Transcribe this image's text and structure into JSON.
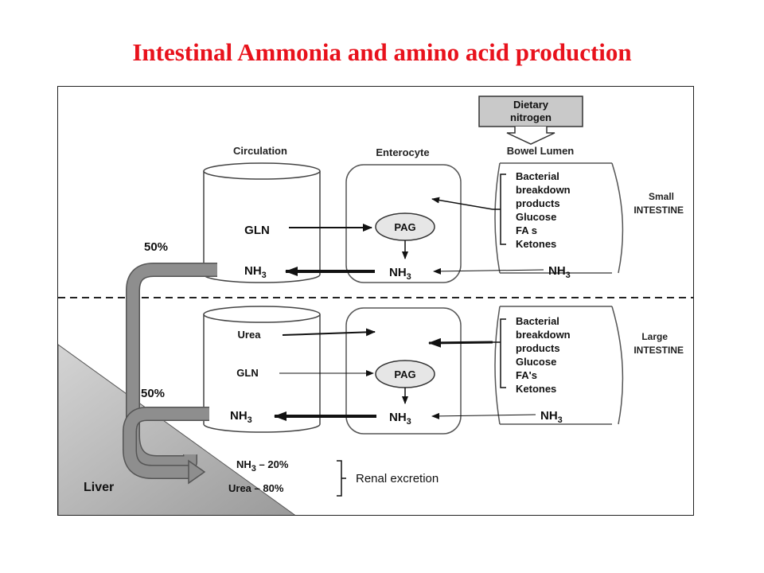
{
  "title": "Intestinal Ammonia and amino acid production",
  "headers": {
    "circulation": "Circulation",
    "enterocyte": "Enterocyte",
    "bowel_lumen": "Bowel Lumen",
    "dietary_line1": "Dietary",
    "dietary_line2": "nitrogen"
  },
  "small_intestine": {
    "label_line1": "Small",
    "label_line2": "INTESTINE",
    "gln": "GLN",
    "nh3": "NH",
    "pag": "PAG",
    "lumen_items": [
      "Bacterial",
      "breakdown",
      "products",
      "Glucose",
      "FA s",
      "Ketones"
    ],
    "lumen_nh3": "NH",
    "percent": "50%"
  },
  "large_intestine": {
    "label_line1": "Large",
    "label_line2": "INTESTINE",
    "urea": "Urea",
    "gln": "GLN",
    "nh3": "NH",
    "pag": "PAG",
    "lumen_items": [
      "Bacterial",
      "breakdown",
      "products",
      "Glucose",
      "FA's",
      "Ketones"
    ],
    "lumen_nh3": "NH",
    "percent": "50%"
  },
  "nh3_subscript": "3",
  "liver": {
    "label": "Liver",
    "nh3_share_prefix": "NH",
    "nh3_share_suffix": " – 20%",
    "urea_share": "Urea – 80%"
  },
  "renal_excretion": "Renal excretion",
  "colors": {
    "title": "#e8121c",
    "pipe": "#8e8e8e",
    "dietary_box": "#c9c9c9",
    "liver": "#b8b8b8",
    "pag_fill": "#e6e6e6"
  }
}
